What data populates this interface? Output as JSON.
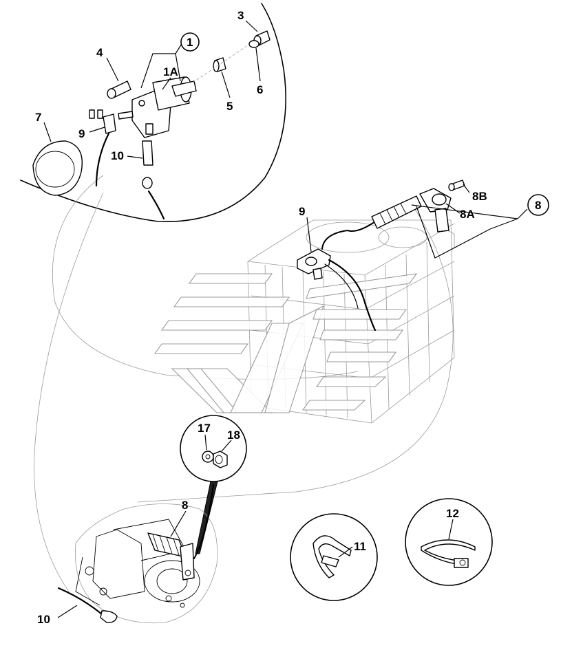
{
  "callouts": [
    {
      "id": "c3",
      "text": "3"
    },
    {
      "id": "c1",
      "text": "1"
    },
    {
      "id": "c4",
      "text": "4"
    },
    {
      "id": "c1a",
      "text": "1A"
    },
    {
      "id": "c5",
      "text": "5"
    },
    {
      "id": "c6",
      "text": "6"
    },
    {
      "id": "c7",
      "text": "7"
    },
    {
      "id": "c9a",
      "text": "9"
    },
    {
      "id": "c10a",
      "text": "10"
    },
    {
      "id": "c9b",
      "text": "9"
    },
    {
      "id": "c8b",
      "text": "8B"
    },
    {
      "id": "c8a",
      "text": "8A"
    },
    {
      "id": "c8c",
      "text": "8"
    },
    {
      "id": "c17",
      "text": "17"
    },
    {
      "id": "c18",
      "text": "18"
    },
    {
      "id": "c8",
      "text": "8"
    },
    {
      "id": "c11",
      "text": "11"
    },
    {
      "id": "c12",
      "text": "12"
    },
    {
      "id": "c10b",
      "text": "10"
    }
  ]
}
